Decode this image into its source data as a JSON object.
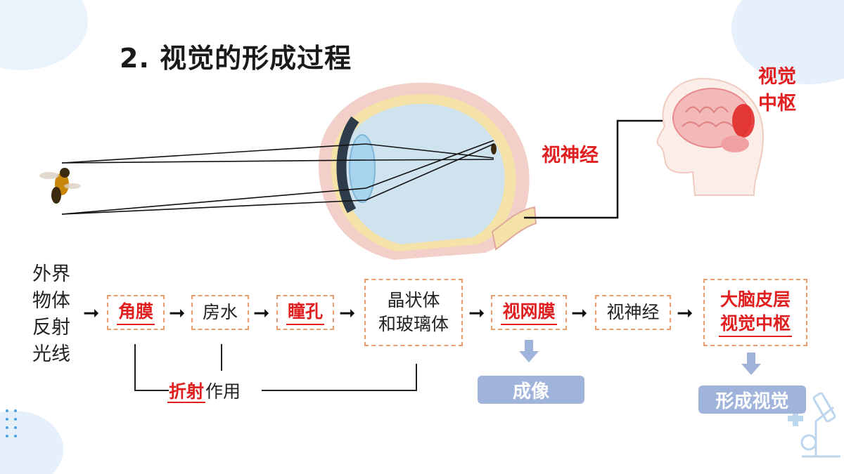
{
  "title": "2. 视觉的形成过程",
  "diagram": {
    "label_optic_nerve": "视神经",
    "label_visual_center": [
      "视觉",
      "中枢"
    ]
  },
  "flow": {
    "source": [
      "外界",
      "物体",
      "反射",
      "光线"
    ],
    "steps": [
      {
        "text": "角膜",
        "red": true
      },
      {
        "text": "房水",
        "red": false
      },
      {
        "text": "瞳孔",
        "red": true
      },
      {
        "text": [
          "晶状体",
          "和玻璃体"
        ],
        "red": false
      },
      {
        "text": "视网膜",
        "red": true
      },
      {
        "text": "视神经",
        "red": false
      },
      {
        "text": [
          "大脑皮层",
          "视觉中枢"
        ],
        "red": true
      }
    ],
    "arrow_glyph": "➞",
    "refraction_red": "折射",
    "refraction_suffix": "作用",
    "result_image": "成像",
    "result_vision": "形成视觉"
  },
  "colors": {
    "accent_red": "#e02020",
    "box_border": "#e8a070",
    "pill": "#9fb3db"
  }
}
